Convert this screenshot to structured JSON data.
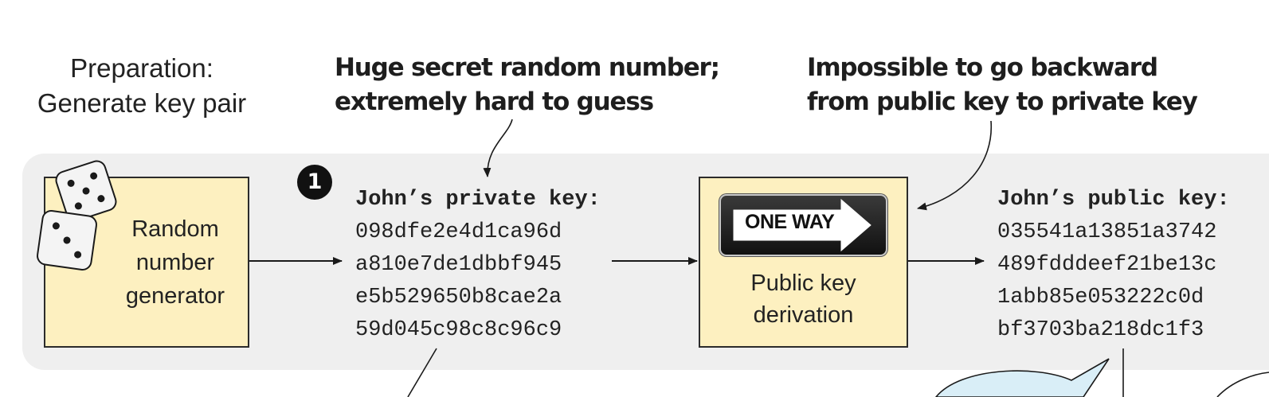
{
  "preparation": {
    "line1": "Preparation:",
    "line2": "Generate key pair"
  },
  "callouts": {
    "secret": {
      "line1": "Huge secret random number;",
      "line2": "extremely hard to guess"
    },
    "irreversible": {
      "line1": "Impossible to go backward",
      "line2": "from public key to private key"
    }
  },
  "random_generator": {
    "line1": "Random",
    "line2": "number",
    "line3": "generator",
    "icon": "dice-icon"
  },
  "step_badge": "1",
  "private_key": {
    "title": "John’s private key:",
    "lines": [
      "098dfe2e4d1ca96d",
      "a810e7de1dbbf945",
      "e5b529650b8cae2a",
      "59d045c98c8c96c9"
    ]
  },
  "derivation": {
    "sign_text": "ONE WAY",
    "line1": "Public key",
    "line2": "derivation",
    "icon": "one-way-sign-icon"
  },
  "public_key": {
    "title": "John’s public key:",
    "lines": [
      "035541a13851a3742",
      "489fdddeef21be13c",
      "1abb85e053222c0d",
      "bf3703ba218dc1f3"
    ]
  },
  "colors": {
    "panel": "#efefef",
    "box_fill": "#fdf0c0",
    "bubble_fill": "#d9eef7",
    "ink": "#1a1a1a"
  }
}
